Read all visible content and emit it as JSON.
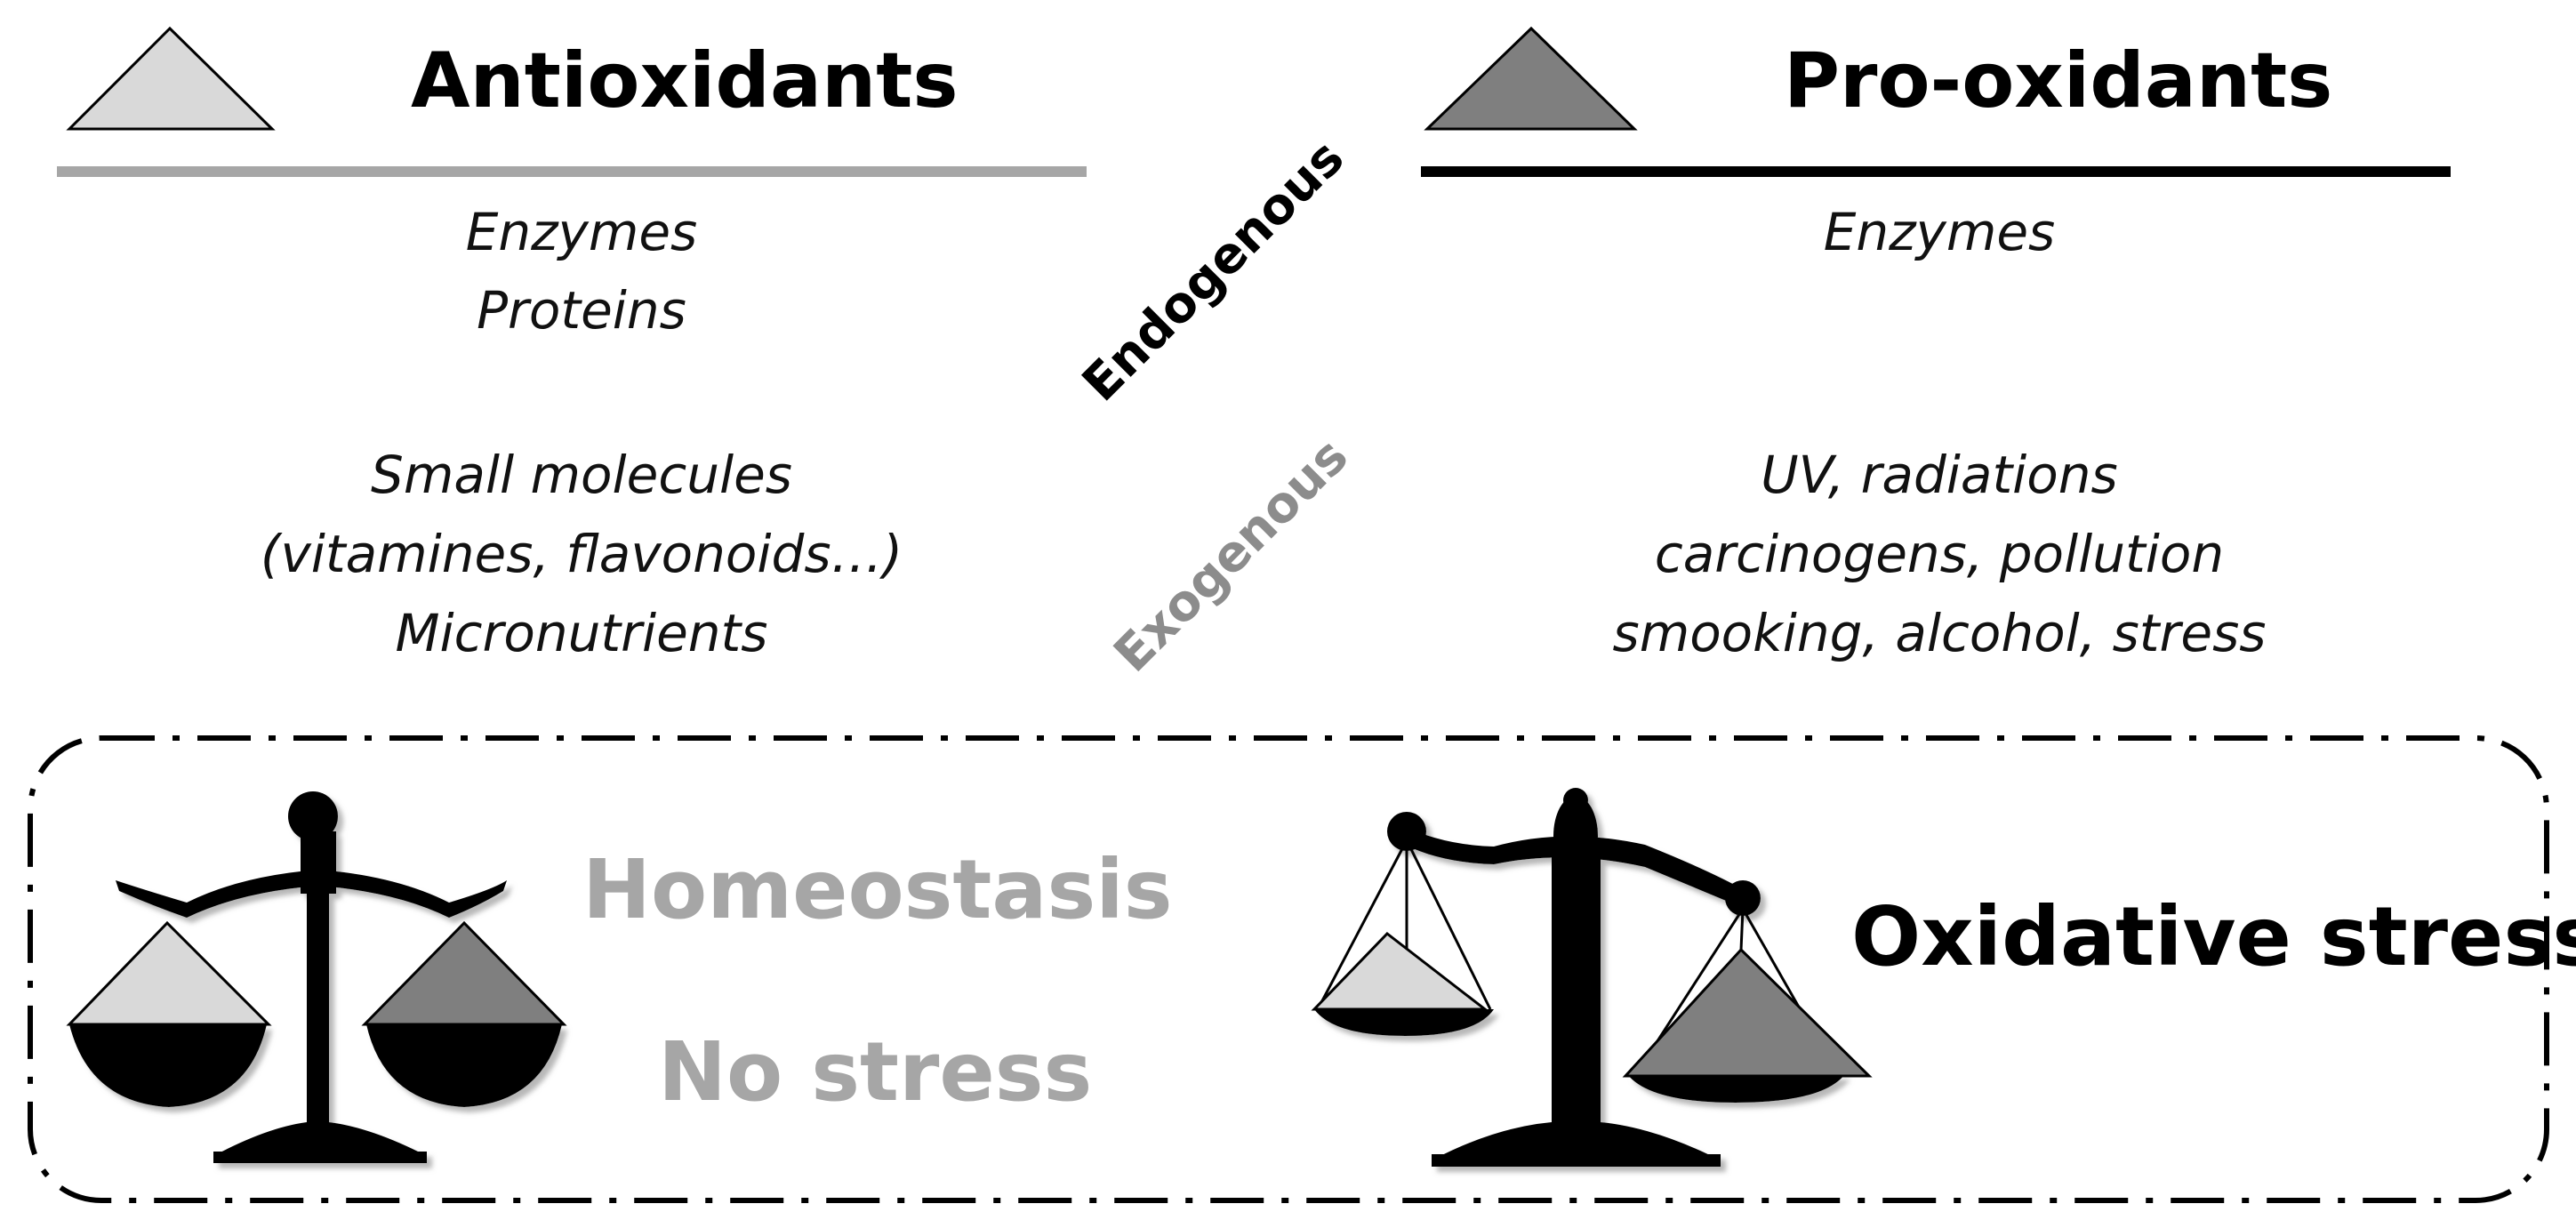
{
  "left": {
    "title": "Antioxidants",
    "endogenous_items": [
      "Enzymes",
      "Proteins"
    ],
    "exogenous_items": [
      "Small molecules",
      "(vitamines, flavonoids…)",
      "Micronutrients"
    ]
  },
  "right": {
    "title": "Pro-oxidants",
    "endogenous_items": [
      "Enzymes"
    ],
    "exogenous_items": [
      "UV, radiations",
      "carcinogens, pollution",
      "smooking, alcohol, stress"
    ]
  },
  "labels": {
    "endogenous": "Endogenous",
    "exogenous": "Exogenous"
  },
  "states": {
    "balanced_line1": "Homeostasis",
    "balanced_line2": "No stress",
    "unbalanced": "Oxidative stress"
  },
  "colors": {
    "antioxidant_triangle": "#d9d9d9",
    "prooxidant_triangle": "#7f7f7f",
    "antioxidant_rule": "#a6a6a6",
    "prooxidant_rule": "#000000",
    "homeostasis_text": "#a6a6a6",
    "exogenous_text": "#8c8c8c"
  }
}
